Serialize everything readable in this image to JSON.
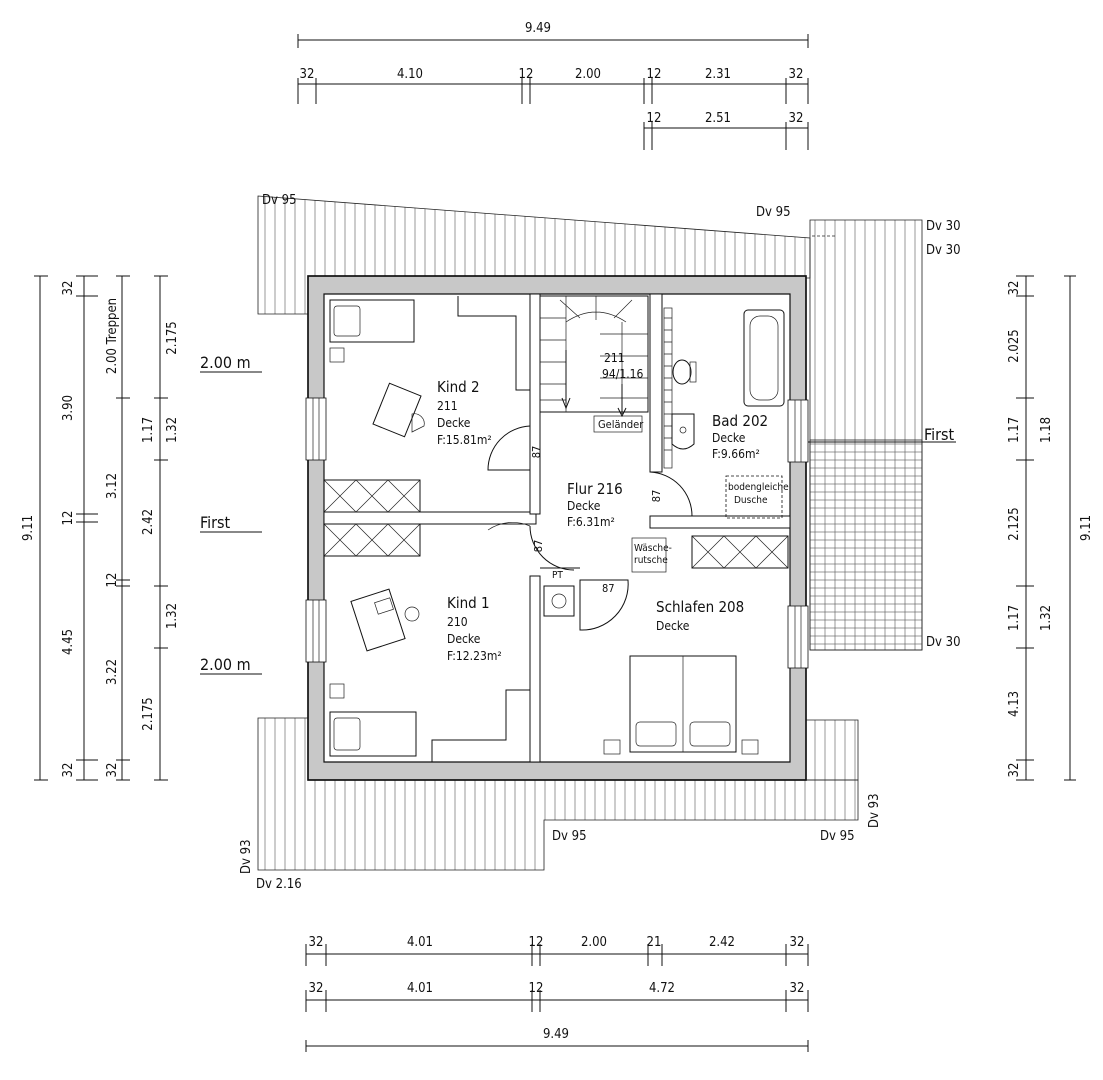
{
  "dims": {
    "top_total": "9.49",
    "top_row1": [
      "32",
      "4.10",
      "12",
      "2.00",
      "12",
      "2.31",
      "32"
    ],
    "top_row2": [
      "12",
      "2.51",
      "32"
    ],
    "bottom_row1": [
      "32",
      "4.01",
      "12",
      "2.00",
      "21",
      "2.42",
      "32"
    ],
    "bottom_row2": [
      "32",
      "4.01",
      "12",
      "4.72",
      "32"
    ],
    "bottom_total": "9.49",
    "left_total": "9.11",
    "left_col1": [
      "32",
      "3.90",
      "12",
      "4.45",
      "32"
    ],
    "left_col2": [
      "2.00 Treppen",
      "1.17",
      "3.12",
      "12",
      "3.22",
      "32"
    ],
    "left_col3": [
      "2.175",
      "1.32",
      "2.42",
      "1.32",
      "2.175"
    ],
    "right_total": "9.11",
    "right_col1": [
      "32",
      "2.025",
      "1.17",
      "2.125",
      "1.17",
      "4.13",
      "32"
    ],
    "right_col2": [
      "1.18",
      "1.32"
    ]
  },
  "annotations": {
    "dv95_tl": "Dv 95",
    "dv95_tr": "Dv 95",
    "dv30_a": "Dv 30",
    "dv30_b": "Dv 30",
    "dv30_c": "Dv 30",
    "dv95_b1": "Dv 95",
    "dv95_b2": "Dv 95",
    "dv93_r": "Dv 93",
    "dv93_l": "Dv 93",
    "dv216": "Dv 2.16",
    "first_left": "First",
    "first_right": "First",
    "height_top": "2.00 m",
    "height_bottom": "2.00 m"
  },
  "rooms": {
    "kind2": {
      "name": "Kind 2",
      "number": "211",
      "ceiling": "Decke",
      "area": "F:15.81m²"
    },
    "bad": {
      "name": "Bad 202",
      "ceiling": "Decke",
      "area": "F:9.66m²"
    },
    "flur": {
      "name": "Flur 216",
      "ceiling": "Decke",
      "area": "F:6.31m²"
    },
    "kind1": {
      "name": "Kind 1",
      "number": "210",
      "ceiling": "Decke",
      "area": "F:12.23m²"
    },
    "schlafen": {
      "name": "Schlafen 208",
      "ceiling": "Decke"
    }
  },
  "labels": {
    "stair_number": "211",
    "stair_ratio": "94/1.16",
    "gelaender": "Geländer",
    "dusche_1": "bodengleiche",
    "dusche_2": "Dusche",
    "waesche_1": "Wäsche-",
    "waesche_2": "rutsche",
    "pt": "PT",
    "door87_a": "87",
    "door87_b": "87",
    "door87_c": "87",
    "door87_d": "87"
  }
}
